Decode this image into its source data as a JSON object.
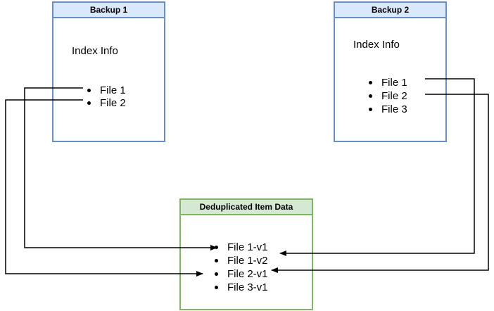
{
  "backup1": {
    "header": "Backup 1",
    "title": "Index Info",
    "items": [
      "File 1",
      "File 2"
    ]
  },
  "backup2": {
    "header": "Backup 2",
    "title": "Index Info",
    "items": [
      "File 1",
      "File 2",
      "File 3"
    ]
  },
  "dedup": {
    "header": "Deduplicated Item Data",
    "items": [
      "File 1-v1",
      "File 1-v2",
      "File 2-v1",
      "File 3-v1"
    ]
  },
  "colors": {
    "backup_border": "#6c8ebf",
    "backup_header": "#dae8fc",
    "dedup_border": "#82b366",
    "dedup_header": "#d5e8d4"
  }
}
